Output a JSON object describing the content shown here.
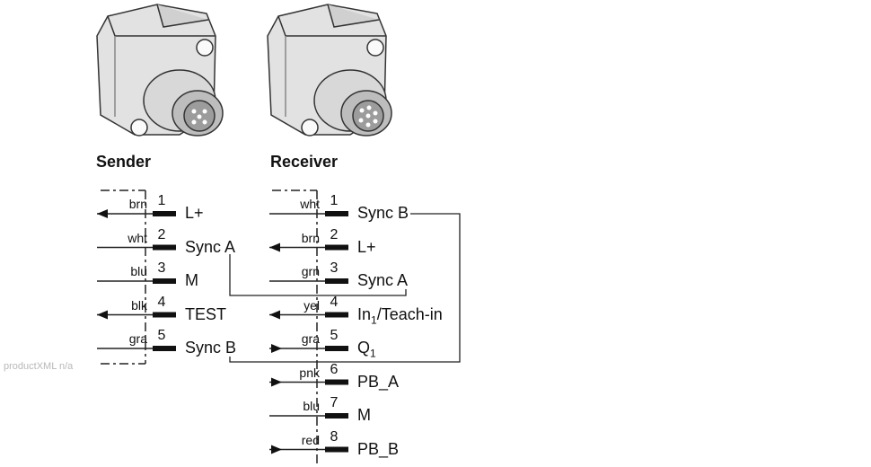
{
  "sender": {
    "title": "Sender",
    "pins": [
      {
        "num": "1",
        "wire": "brn",
        "signal": "L+",
        "arrow": "out"
      },
      {
        "num": "2",
        "wire": "wht",
        "signal": "Sync A",
        "arrow": "none"
      },
      {
        "num": "3",
        "wire": "blu",
        "signal": "M",
        "arrow": "none"
      },
      {
        "num": "4",
        "wire": "blk",
        "signal": "TEST",
        "arrow": "out"
      },
      {
        "num": "5",
        "wire": "gra",
        "signal": "Sync B",
        "arrow": "none"
      }
    ]
  },
  "receiver": {
    "title": "Receiver",
    "pins": [
      {
        "num": "1",
        "wire": "wht",
        "signal": "Sync B",
        "arrow": "none"
      },
      {
        "num": "2",
        "wire": "brn",
        "signal": "L+",
        "arrow": "out"
      },
      {
        "num": "3",
        "wire": "grn",
        "signal": "Sync A",
        "arrow": "none"
      },
      {
        "num": "4",
        "wire": "yel",
        "signal": "In",
        "signal_sub": "1",
        "signal_suffix": "/Teach-in",
        "arrow": "out"
      },
      {
        "num": "5",
        "wire": "gra",
        "signal": "Q",
        "signal_sub": "1",
        "signal_suffix": "",
        "arrow": "in"
      },
      {
        "num": "6",
        "wire": "pnk",
        "signal": "PB_A",
        "arrow": "in"
      },
      {
        "num": "7",
        "wire": "blu",
        "signal": "M",
        "arrow": "none"
      },
      {
        "num": "8",
        "wire": "red",
        "signal": "PB_B",
        "arrow": "in"
      }
    ]
  },
  "footer": "productXML n/a"
}
